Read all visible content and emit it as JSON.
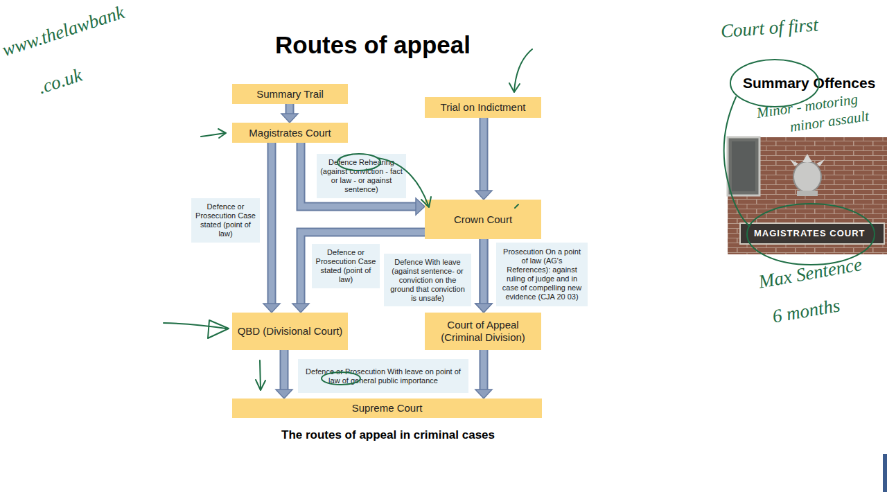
{
  "diagram": {
    "title": "Routes of appeal",
    "caption": "The routes of appeal in criminal cases",
    "nodes": [
      {
        "text": [
          "Summary Trail"
        ]
      },
      {
        "text": [
          "Magistrates Court"
        ]
      },
      {
        "text": [
          "Trial on Indictment"
        ]
      },
      {
        "text": [
          "Crown Court"
        ]
      },
      {
        "text": [
          "QBD (Divisional Court)"
        ]
      },
      {
        "text": [
          "Court of Appeal (Criminal Division)"
        ]
      },
      {
        "text": [
          "Supreme Court"
        ]
      }
    ],
    "edges": [
      {
        "from": 0,
        "to": 1,
        "arrow": "to"
      },
      {
        "from": 1,
        "to": 3,
        "arrow": "to",
        "label": "Defence Rehearing (against conviction - fact or law - or against sentence)"
      },
      {
        "from": 1,
        "to": 4,
        "arrow": "to",
        "label": "Defence or Prosecution Case stated (point of law)"
      },
      {
        "from": 3,
        "to": 4,
        "arrow": "to",
        "label": "Defence or Prosecution Case stated (point of law)"
      },
      {
        "from": 2,
        "to": 3,
        "arrow": "to"
      },
      {
        "from": 3,
        "to": 5,
        "arrow": "to",
        "label": "Defence With leave (against sentence- or conviction on the ground that conviction is unsafe)"
      },
      {
        "from": 3,
        "to": 5,
        "arrow": "to",
        "label": "Prosecution On a point of law (AG's References): against ruling of judge and in case of compelling new evidence (CJA 20 03)"
      },
      {
        "from": 4,
        "to": 6,
        "arrow": "to",
        "label": "Defence or Prosecution With leave on point of law of general public importance"
      },
      {
        "from": 5,
        "to": 6,
        "arrow": "to"
      }
    ],
    "labels": [
      "www.thelawbank",
      ".co.uk",
      "Court of first",
      "Summary Offences",
      "Minor - motoring",
      "minor assault",
      "MAGISTRATES COURT",
      "Max Sentence",
      "6 months"
    ]
  }
}
